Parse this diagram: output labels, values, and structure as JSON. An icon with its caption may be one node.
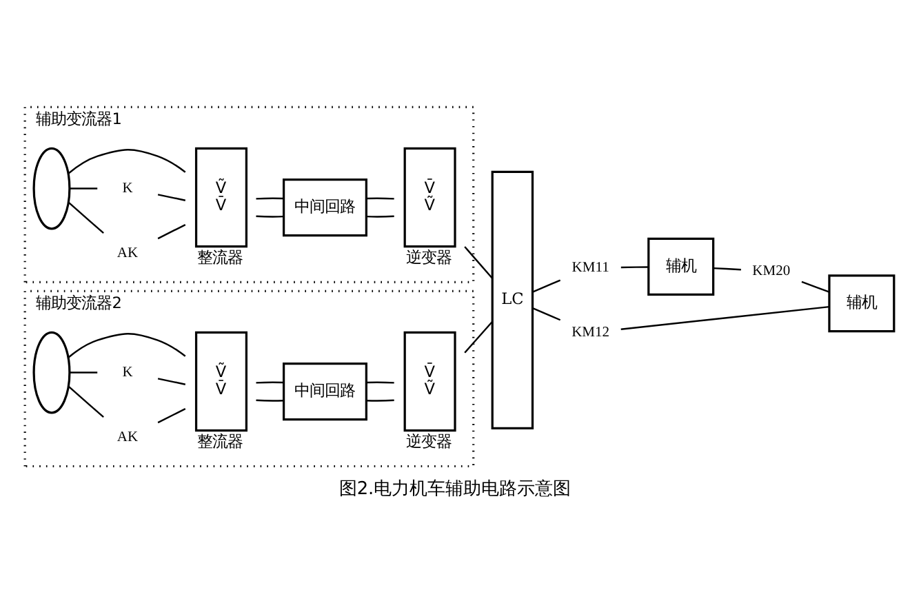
{
  "diagram": {
    "caption": "图2.电力机车辅助电路示意图",
    "nodes": [
      {
        "text": [
          "辅助变流器1"
        ]
      },
      {
        "text": [],
        "shape": "coil",
        "in": 0
      },
      {
        "text": [
          "AK"
        ],
        "in": 0
      },
      {
        "text": [
          "K"
        ],
        "in": 0
      },
      {
        "text": [
          "Ṽ",
          "V̄"
        ],
        "beside": [
          "整流器"
        ],
        "in": 0
      },
      {
        "text": [
          "中间回路"
        ],
        "in": 0
      },
      {
        "text": [
          "V̄",
          "Ṽ"
        ],
        "beside": [
          "逆变器"
        ],
        "in": 0
      },
      {
        "text": [
          "辅助变流器2"
        ]
      },
      {
        "text": [],
        "shape": "coil",
        "in": 7
      },
      {
        "text": [
          "AK"
        ],
        "in": 7
      },
      {
        "text": [
          "K"
        ],
        "in": 7
      },
      {
        "text": [
          "Ṽ",
          "V̄"
        ],
        "beside": [
          "整流器"
        ],
        "in": 7
      },
      {
        "text": [
          "中间回路"
        ],
        "in": 7
      },
      {
        "text": [
          "V̄",
          "Ṽ"
        ],
        "beside": [
          "逆变器"
        ],
        "in": 7
      },
      {
        "text": [
          "LC"
        ]
      },
      {
        "text": [
          "KM11"
        ]
      },
      {
        "text": [
          "KM20"
        ]
      },
      {
        "text": [
          "KM12"
        ]
      },
      {
        "text": [
          "辅机"
        ]
      },
      {
        "text": [
          "辅机"
        ]
      }
    ],
    "edges": [
      {
        "from": 1,
        "to": 2,
        "arrow": "none"
      },
      {
        "from": 1,
        "to": 3,
        "arrow": "none"
      },
      {
        "from": 2,
        "to": 4,
        "arrow": "none"
      },
      {
        "from": 3,
        "to": 4,
        "arrow": "none"
      },
      {
        "from": 1,
        "to": 4,
        "arrow": "none"
      },
      {
        "from": 4,
        "to": 5,
        "arrow": "none"
      },
      {
        "from": 4,
        "to": 5,
        "arrow": "none"
      },
      {
        "from": 5,
        "to": 6,
        "arrow": "none"
      },
      {
        "from": 5,
        "to": 6,
        "arrow": "none"
      },
      {
        "from": 6,
        "to": 14,
        "arrow": "none"
      },
      {
        "from": 8,
        "to": 9,
        "arrow": "none"
      },
      {
        "from": 8,
        "to": 10,
        "arrow": "none"
      },
      {
        "from": 9,
        "to": 11,
        "arrow": "none"
      },
      {
        "from": 10,
        "to": 11,
        "arrow": "none"
      },
      {
        "from": 8,
        "to": 11,
        "arrow": "none"
      },
      {
        "from": 11,
        "to": 12,
        "arrow": "none"
      },
      {
        "from": 11,
        "to": 12,
        "arrow": "none"
      },
      {
        "from": 12,
        "to": 13,
        "arrow": "none"
      },
      {
        "from": 12,
        "to": 13,
        "arrow": "none"
      },
      {
        "from": 13,
        "to": 14,
        "arrow": "none"
      },
      {
        "from": 14,
        "to": 15,
        "arrow": "none"
      },
      {
        "from": 15,
        "to": 18,
        "arrow": "none"
      },
      {
        "from": 14,
        "to": 17,
        "arrow": "none"
      },
      {
        "from": 17,
        "to": 19,
        "arrow": "none"
      },
      {
        "from": 18,
        "to": 16,
        "arrow": "none"
      },
      {
        "from": 16,
        "to": 19,
        "arrow": "none"
      }
    ]
  }
}
